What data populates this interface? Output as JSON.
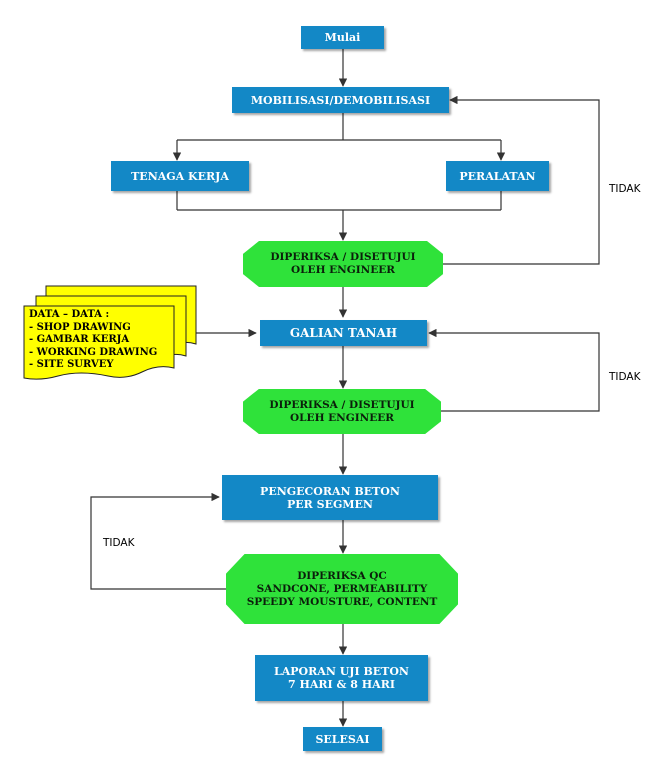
{
  "nodes": {
    "mulai": "Mulai",
    "mobilisasi": "MOBILISASI/DEMOBILISASI",
    "tenaga_kerja": "TENAGA KERJA",
    "peralatan": "PERALATAN",
    "diperiksa1": [
      "DIPERIKSA / DISETUJUI",
      "OLEH ENGINEER"
    ],
    "galian": "GALIAN TANAH",
    "diperiksa2": [
      "DIPERIKSA / DISETUJUI",
      "OLEH ENGINEER"
    ],
    "pengecoran": [
      "PENGECORAN BETON",
      "PER SEGMEN"
    ],
    "diperiksa_qc": [
      "DIPERIKSA QC",
      "SANDCONE, PERMEABILITY",
      "SPEEDY MOUSTURE, CONTENT"
    ],
    "laporan": [
      "LAPORAN UJI BETON",
      "7 HARI & 8 HARI"
    ],
    "selesai": "SELESAI"
  },
  "documents": {
    "title": "DATA – DATA :",
    "items": [
      "-  SHOP DRAWING",
      "-  GAMBAR KERJA",
      "-  WORKING DRAWING",
      "-  SITE SURVEY"
    ]
  },
  "edge_labels": {
    "tidak_1": "TIDAK",
    "tidak_2": "TIDAK",
    "tidak_3": "TIDAK"
  },
  "colors": {
    "process_fill": "#1388c6",
    "decision_fill": "#2fe23a",
    "document_fill": "#ffff00",
    "line": "#333333"
  }
}
